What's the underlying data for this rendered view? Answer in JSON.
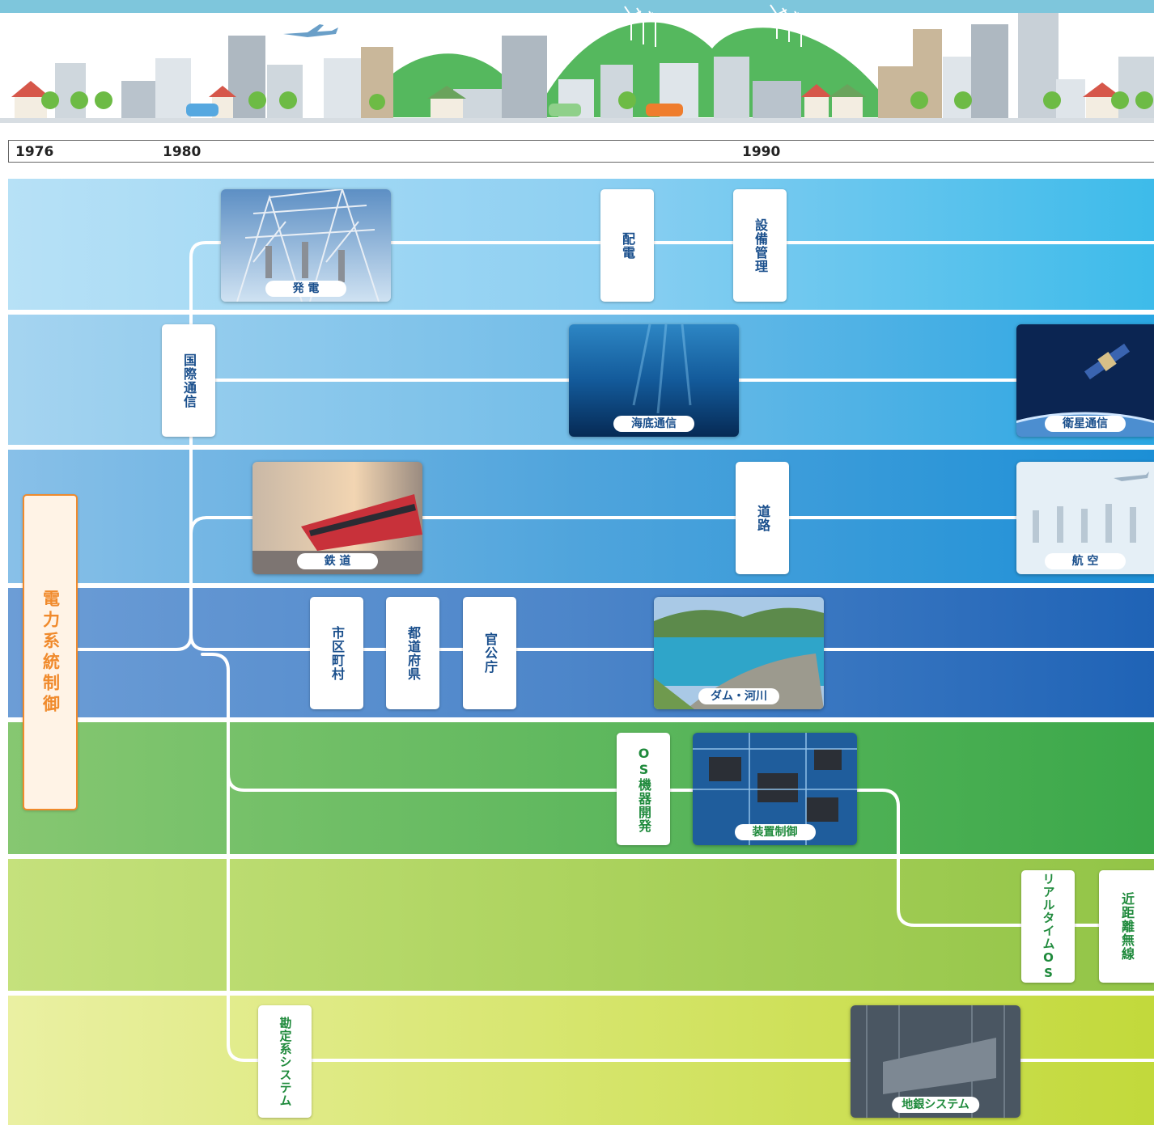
{
  "timeline": {
    "years": [
      "1976",
      "1980",
      "1990"
    ]
  },
  "colors": {
    "line": "#ffffff",
    "blue_text": "#1a4f8c",
    "green_text": "#1f8a3c",
    "orange_accent": "#f08a2c"
  },
  "root": {
    "label": "電力系統制御"
  },
  "cards": {
    "hatsuden": "発 電",
    "haiden": "配電",
    "setsubi_kanri": "設備管理",
    "kokusai_tsushin": "国際通信",
    "kaitei_tsushin": "海底通信",
    "eisei_tsushin": "衛星通信",
    "tetsudo": "鉄 道",
    "doro": "道路",
    "koku": "航 空",
    "shikuchoson": "市区町村",
    "todofuken": "都道府県",
    "kankocho": "官公庁",
    "dam_kasen": "ダム・河川",
    "os_kiki": "OS機器開発",
    "sochi_seigyo": "装置制御",
    "realtime_os": "リアルタイムOS",
    "kinkyori_musen": "近距離無線",
    "kanjo_system": "勘定系システム",
    "chigin_system": "地銀システム"
  }
}
